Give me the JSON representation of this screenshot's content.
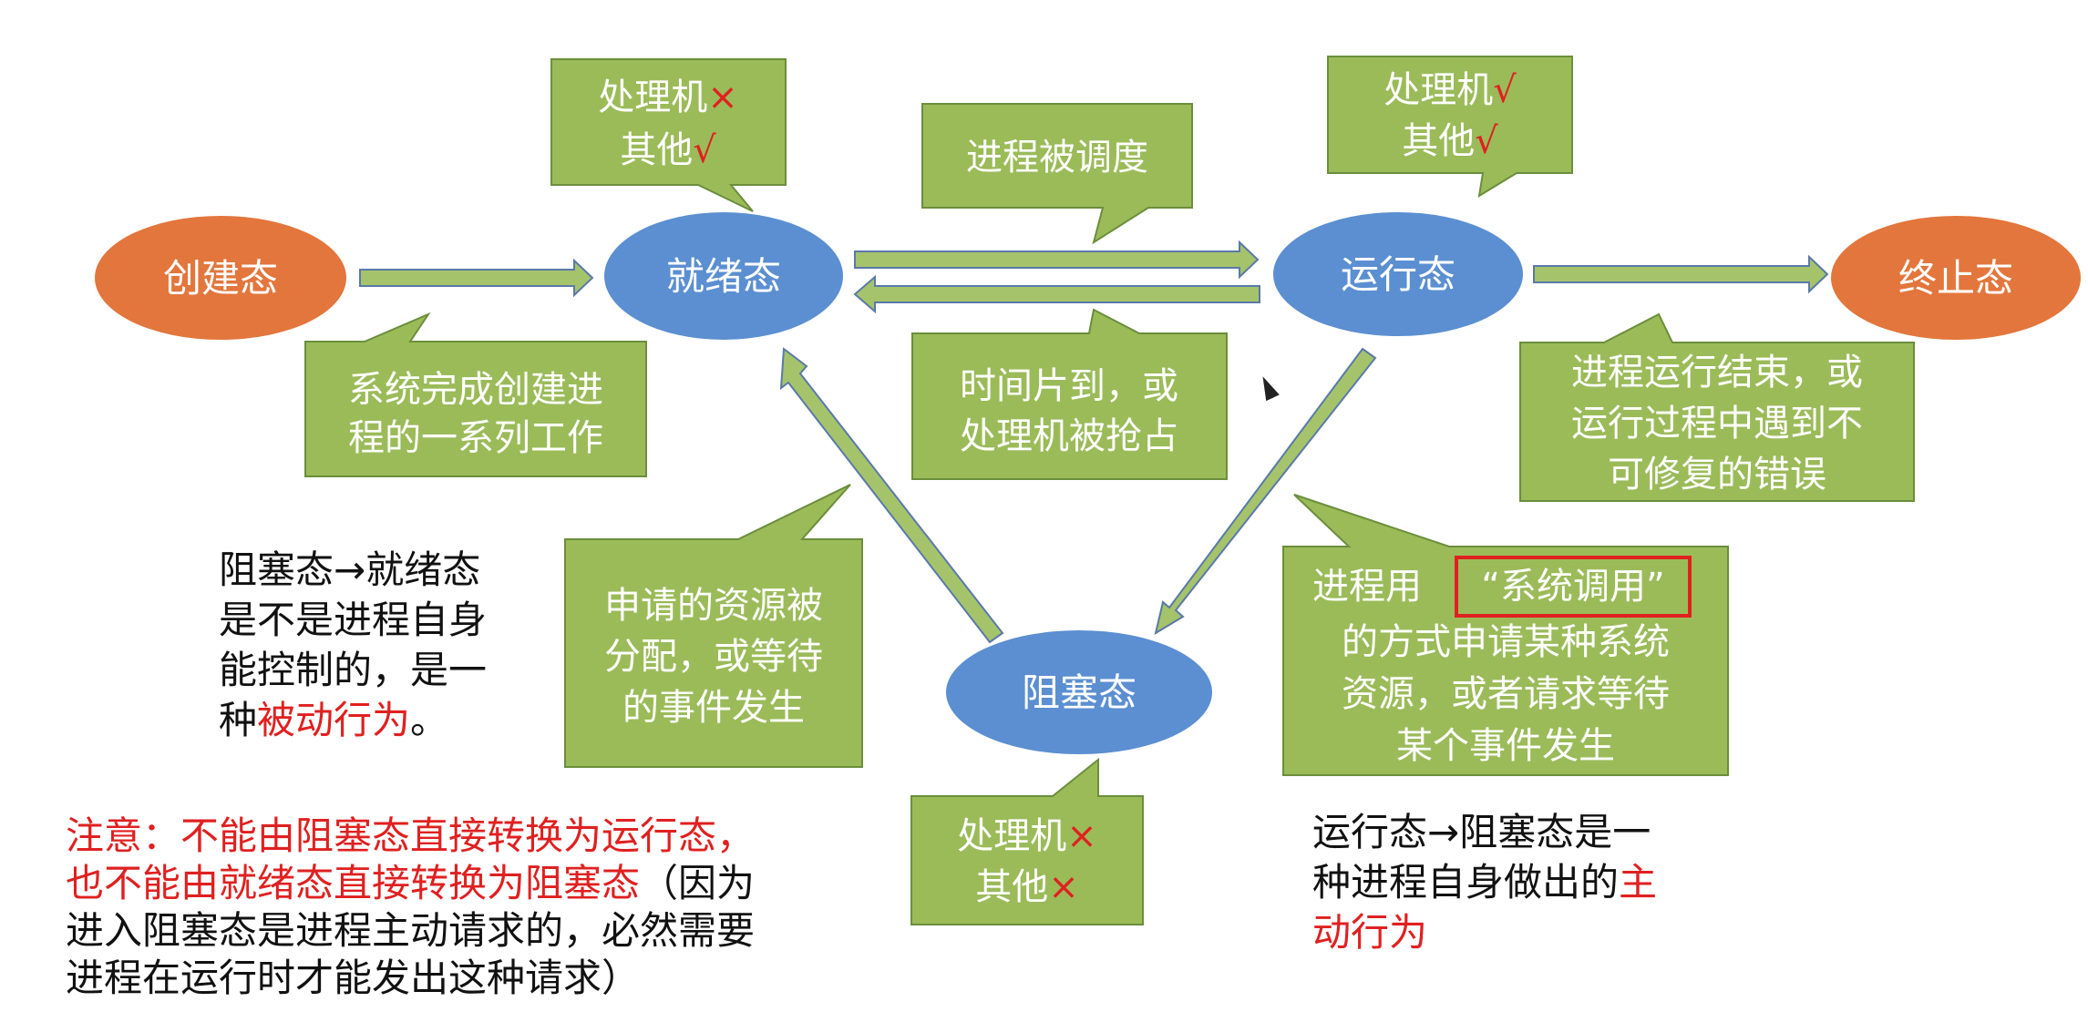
{
  "states": {
    "create": "创建态",
    "ready": "就绪态",
    "running": "运行态",
    "terminated": "终止态",
    "blocked": "阻塞态"
  },
  "callouts": {
    "ready_resources": {
      "line1": "处理机",
      "mark1": "×",
      "line2": "其他",
      "mark2": "√"
    },
    "running_resources": {
      "line1": "处理机",
      "mark1": "√",
      "line2": "其他",
      "mark2": "√"
    },
    "blocked_resources": {
      "line1": "处理机",
      "mark1": "×",
      "line2": "其他",
      "mark2": "×"
    },
    "scheduled": [
      "进程被调度"
    ],
    "create_done": [
      "系统完成创建进",
      "程的一系列工作"
    ],
    "timeslice": [
      "时间片到，或",
      "处理机被抢占"
    ],
    "terminate": [
      "进程运行结束，或",
      "运行过程中遇到不",
      "可修复的错误"
    ],
    "resource_granted": [
      "申请的资源被",
      "分配，或等待",
      "的事件发生"
    ],
    "syscall": {
      "prefix": "进程用",
      "highlight": "“系统调用”",
      "lines": [
        "的方式申请某种系统",
        "资源，或者请求等待",
        "某个事件发生"
      ]
    }
  },
  "notes": {
    "passive": {
      "line1_a": "阻塞态",
      "arrow": "→",
      "line1_b": "就绪态",
      "line2": "是不是进程自身",
      "line3": "能控制的，是一",
      "line4_a": "种",
      "line4_red": "被动行为",
      "line4_b": "。"
    },
    "active": {
      "line1_a": "运行态",
      "arrow": "→",
      "line1_b": "阻塞态是一",
      "line2_a": "种进程自身做出的",
      "line2_red": "主",
      "line3_red": "动行为"
    },
    "warning": {
      "red1": "注意：不能由阻塞态直接转换为运行态，",
      "red2": "也不能由就绪态直接转换为阻塞态",
      "line2_rest": "（因为",
      "line3": "进入阻塞态是进程主动请求的，必然需要",
      "line4": "进程在运行时才能发出这种请求）"
    }
  },
  "colors": {
    "state_blue": "#5b8fd1",
    "state_orange": "#e3763c",
    "callout_green": "#9bbb59",
    "accent_red": "#e02020"
  }
}
